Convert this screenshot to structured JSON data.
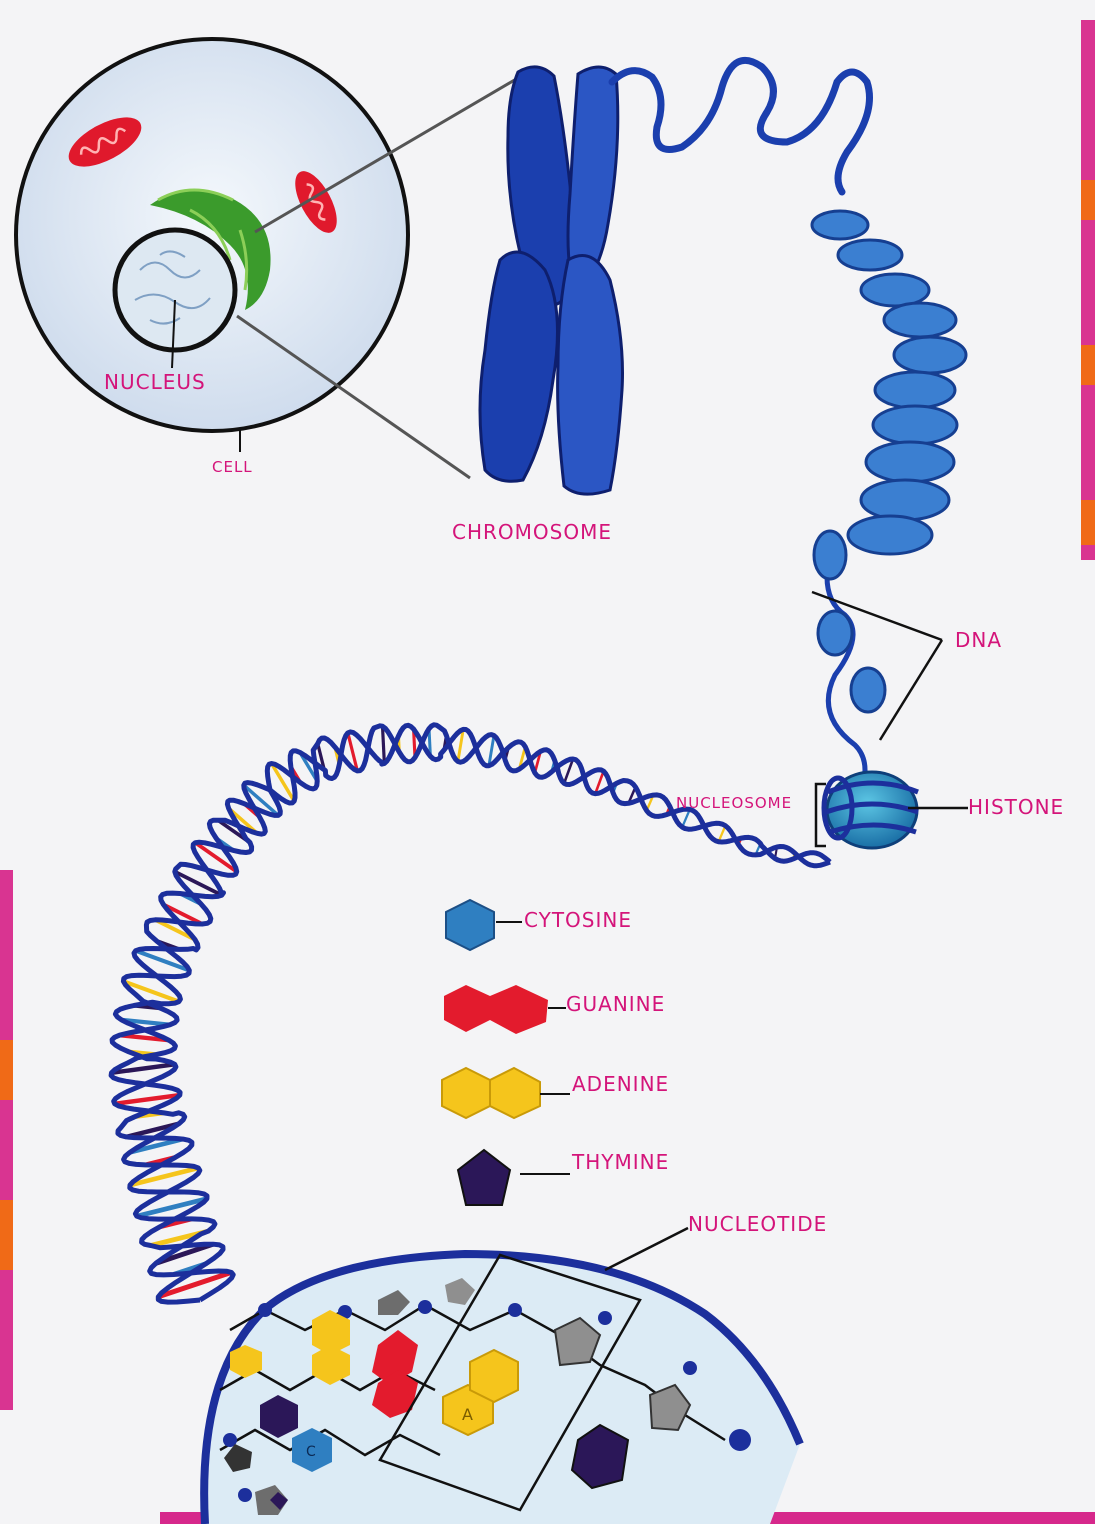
{
  "labels": {
    "nucleus": "NUCLEUS",
    "cell": "CELL",
    "chromosome": "CHROMOSOME",
    "dna": "DNA",
    "nucleosome": "NUCLEOSOME",
    "histone": "HISTONE",
    "nucleotide": "NUCLEOTIDE"
  },
  "legend": [
    {
      "key": "cytosine",
      "label": "CYTOSINE",
      "color": "#2f7fc1",
      "shape": "hexagon"
    },
    {
      "key": "guanine",
      "label": "GUANINE",
      "color": "#e31b2d",
      "shape": "double-hexagon"
    },
    {
      "key": "adenine",
      "label": "ADENINE",
      "color": "#f5c51c",
      "shape": "double-hexagon"
    },
    {
      "key": "thymine",
      "label": "THYMINE",
      "color": "#2b1758",
      "shape": "pentagon"
    }
  ],
  "base_letters": {
    "adenine": "A",
    "cytosine": "C"
  },
  "colors": {
    "label_text": "#d4147a",
    "dna_strand": "#1c2f9c",
    "chromosome": "#1b3fae",
    "mitochondria": "#e0192c",
    "golgi": "#3b9b2c",
    "cell_fill": "#dfe9f3",
    "histone": "#2fa3c9",
    "border_magenta": "#d3127f",
    "border_orange": "#f06a17"
  }
}
